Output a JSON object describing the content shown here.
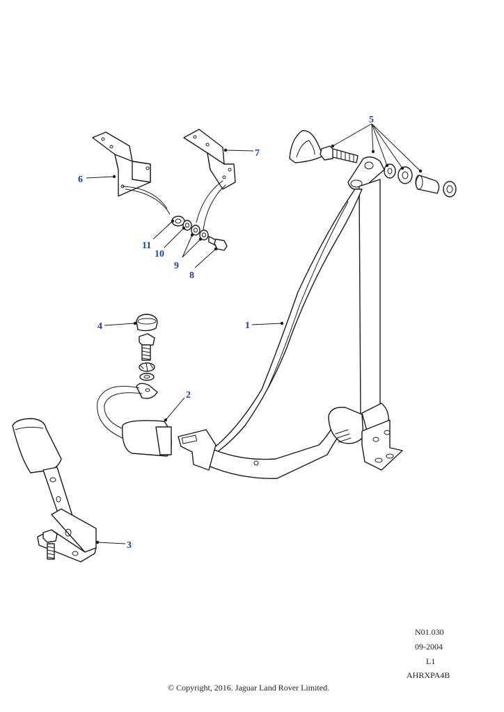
{
  "callouts": {
    "c1": "1",
    "c2": "2",
    "c3": "3",
    "c4": "4",
    "c5": "5",
    "c6": "6",
    "c7": "7",
    "c8": "8",
    "c9": "9",
    "c10": "10",
    "c11": "11"
  },
  "meta": {
    "ref": "N01.030",
    "date": "09-2004",
    "level": "L1",
    "code": "AHRXPA4B"
  },
  "copyright": "© Copyright, 2016. Jaguar Land Rover Limited.",
  "colors": {
    "callout": "#1f3fa8",
    "line": "#1a1a1a"
  }
}
